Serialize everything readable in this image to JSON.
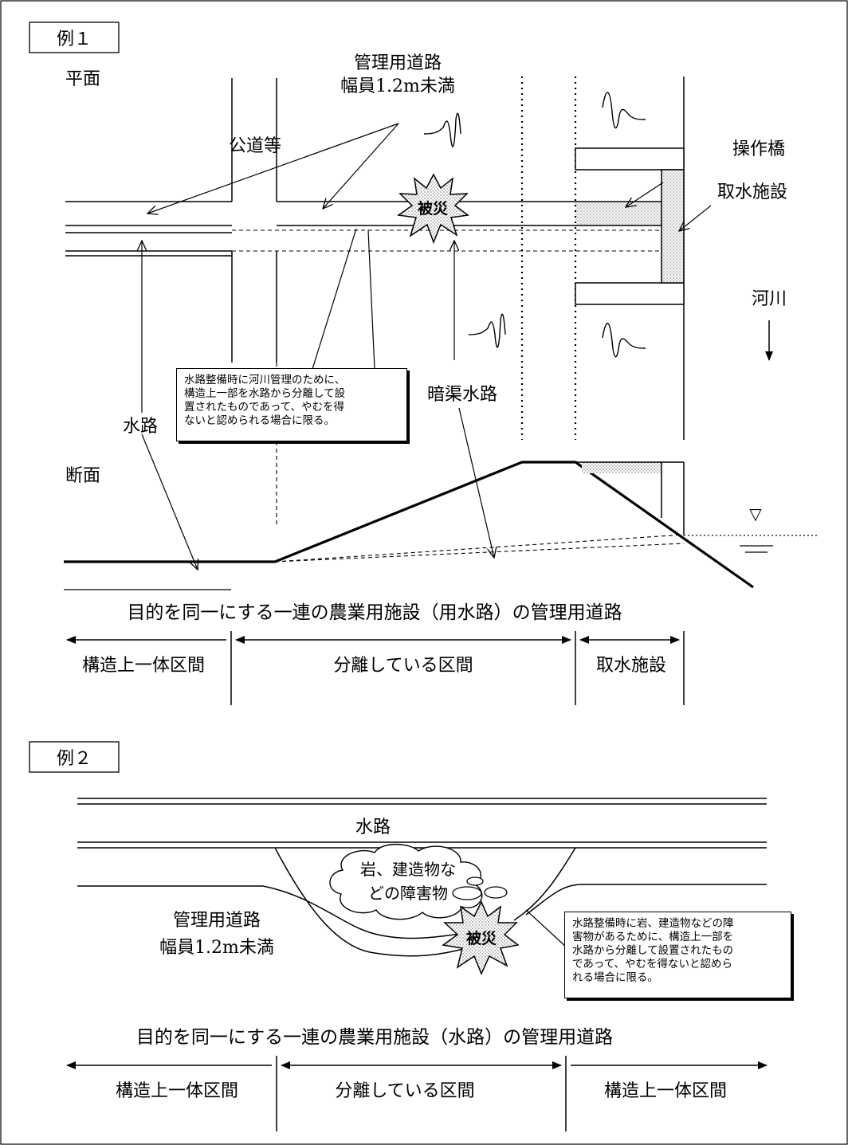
{
  "example1": {
    "tag": "例１",
    "plan_label": "平面",
    "road_title_line1": "管理用道路",
    "road_title_line2": "幅員1.2m未満",
    "public_road": "公道等",
    "operation_bridge": "操作橋",
    "intake_facility": "取水施設",
    "river": "河川",
    "damage": "被災",
    "waterway": "水路",
    "culvert": "暗渠水路",
    "section_label": "断面",
    "note_lines": [
      "水路整備時に河川管理のために、",
      "構造上一部を水路から分離して設",
      "置されたものであって、やむを得",
      "ないと認められる場合に限る。"
    ],
    "caption": "目的を同一にする一連の農業用施設（用水路）の管理用道路",
    "segments": [
      "構造上一体区間",
      "分離している区間",
      "取水施設"
    ],
    "water_level_symbol": "▽"
  },
  "example2": {
    "tag": "例２",
    "waterway": "水路",
    "obstacle_line1": "岩、建造物な",
    "obstacle_line2": "どの障害物",
    "road_line1": "管理用道路",
    "road_line2": "幅員1.2m未満",
    "damage": "被災",
    "note_lines": [
      "水路整備時に岩、建造物などの障",
      "害物があるために、構造上一部を",
      "水路から分離して設置されたもの",
      "であって、やむを得ないと認めら",
      "れる場合に限る。"
    ],
    "caption": "目的を同一にする一連の農業用施設（水路）の管理用道路",
    "segments": [
      "構造上一体区間",
      "分離している区間",
      "構造上一体区間"
    ]
  }
}
